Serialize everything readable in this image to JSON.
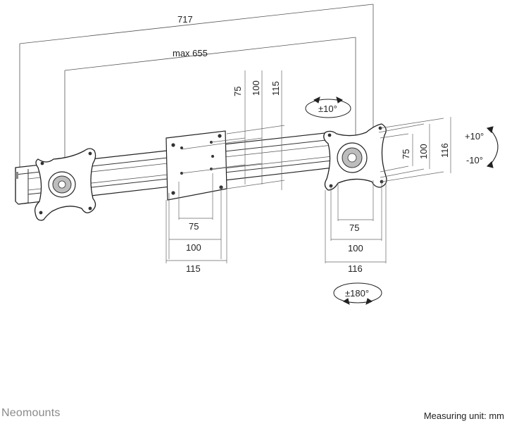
{
  "dimensions": {
    "total_width": "717",
    "max_width": "max 655",
    "center_plate_vertical": [
      "75",
      "100",
      "115"
    ],
    "center_plate_horizontal": [
      "75",
      "100",
      "115"
    ],
    "right_plate_vertical": [
      "75",
      "100",
      "116"
    ],
    "right_plate_horizontal": [
      "75",
      "100",
      "116"
    ]
  },
  "angles": {
    "tilt_side": "±10°",
    "tilt_up": "+10°",
    "tilt_down": "-10°",
    "rotation": "±180°"
  },
  "footer": {
    "brand": "Neomounts",
    "unit": "Measuring unit: mm"
  }
}
